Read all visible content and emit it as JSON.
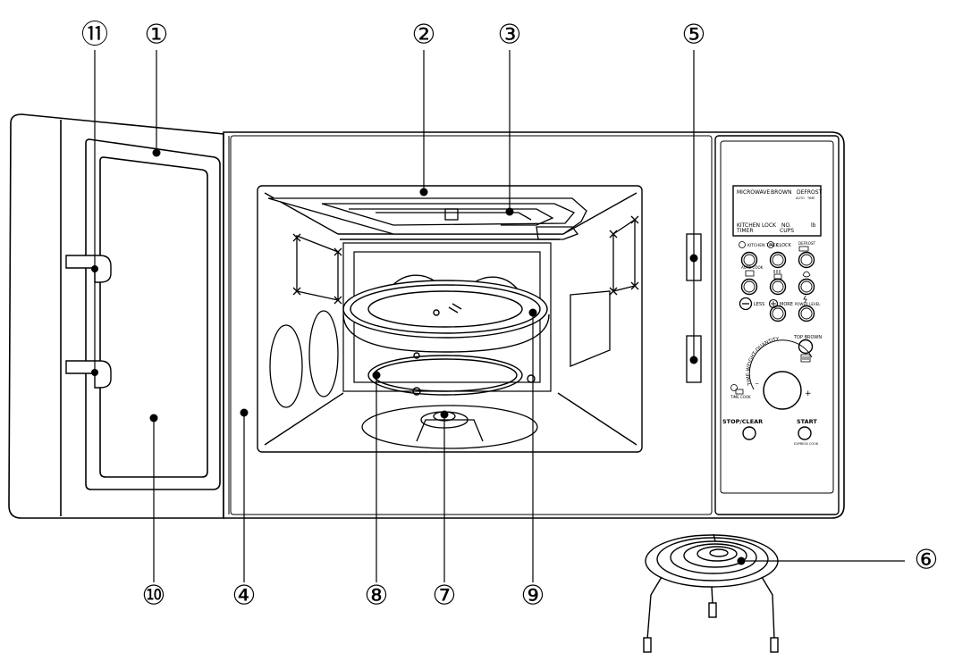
{
  "callouts": [
    {
      "id": 1,
      "label": "①"
    },
    {
      "id": 2,
      "label": "②"
    },
    {
      "id": 3,
      "label": "③"
    },
    {
      "id": 4,
      "label": "④"
    },
    {
      "id": 5,
      "label": "⑤"
    },
    {
      "id": 6,
      "label": "⑥"
    },
    {
      "id": 7,
      "label": "⑦"
    },
    {
      "id": 8,
      "label": "⑧"
    },
    {
      "id": 9,
      "label": "⑨"
    },
    {
      "id": 10,
      "label": "⑩"
    },
    {
      "id": 11,
      "label": "⑪"
    }
  ],
  "display": {
    "microwave": "MICROWAVE",
    "brown": "BROWN",
    "defrost": "DEFROST",
    "auto": "AUTO",
    "time": "TIME",
    "kitchen": "KITCHEN",
    "timer": "TIMER",
    "lock": "LOCK",
    "no": "NO.",
    "cups": "CUPS",
    "lb": "lb"
  },
  "buttons": {
    "kitchen_timer": "KITCHEN TIMER",
    "clock": "CLOCK",
    "defrost": "DEFROST",
    "auto_cook": "AUTO COOK",
    "less": "LESS",
    "more": "MORE",
    "power_level": "POWER LEVEL",
    "top_brown": "TOP BROWN",
    "time_cook": "TIME COOK",
    "dial": "TIME-WEIGHT-QUANTITY",
    "dial_plus": "+",
    "dial_minus": "−",
    "stop_clear": "STOP/CLEAR",
    "start": "START",
    "express_cook": "EXPRESS COOK"
  }
}
